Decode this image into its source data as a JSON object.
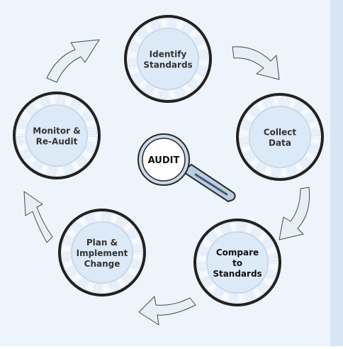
{
  "diagram": {
    "center_label": "AUDIT",
    "steps": [
      {
        "id": "identify",
        "lines": [
          "Identify",
          "Standards"
        ],
        "emphasis": false
      },
      {
        "id": "collect",
        "lines": [
          "Collect",
          "Data"
        ],
        "emphasis": false
      },
      {
        "id": "compare",
        "lines": [
          "Compare",
          "to",
          "Standards"
        ],
        "emphasis": true
      },
      {
        "id": "plan",
        "lines": [
          "Plan &",
          "Implement",
          "Change"
        ],
        "emphasis": false
      },
      {
        "id": "monitor",
        "lines": [
          "Monitor &",
          "Re-Audit"
        ],
        "emphasis": false
      }
    ]
  },
  "colors": {
    "background": "#eef4fb",
    "right_band": "#d8e6f4",
    "ring_segment": "#ffffff",
    "ring_outline": "#222222",
    "disc_fill": "#dce9f7",
    "arrow_fill": "#e6eef8",
    "arrow_stroke": "#4a4a4a",
    "label_muted": "#333333",
    "label_strong": "#111111",
    "lens_fill": "#ffffff"
  }
}
